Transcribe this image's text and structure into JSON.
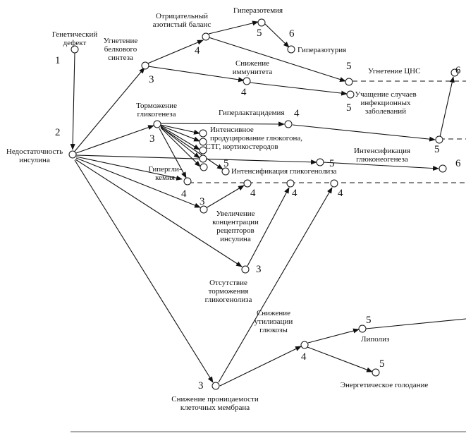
{
  "nodes": [
    {
      "id": "gen",
      "num": "1",
      "lines": [
        "Генетический",
        "дефект"
      ]
    },
    {
      "id": "insuf",
      "num": "2",
      "lines": [
        "Недостаточность",
        "инсулина"
      ]
    },
    {
      "id": "protsyn",
      "num": "3",
      "lines": [
        "Угнетение",
        "белкового",
        "синтеза"
      ]
    },
    {
      "id": "negbal",
      "num": "4",
      "lines": [
        "Отрицательный",
        "азотистый баланс"
      ]
    },
    {
      "id": "hyperaz",
      "num": "5",
      "lines": [
        "Гиперазотемия"
      ]
    },
    {
      "id": "hyperazur",
      "num": "6",
      "lines": [
        "Гиперазотурия"
      ]
    },
    {
      "id": "immun",
      "num": "4",
      "lines": [
        "Снижение",
        "иммунитета"
      ]
    },
    {
      "id": "cns",
      "num": "5",
      "lines": [
        "Угнетение ЦНС"
      ]
    },
    {
      "id": "infect",
      "num": "5",
      "lines": [
        "Учащение случаев",
        "инфекционных",
        "заболеваний"
      ]
    },
    {
      "id": "cns6",
      "num": "6",
      "lines": []
    },
    {
      "id": "glycog",
      "num": "3",
      "lines": [
        "Торможение",
        "гликогенеза"
      ]
    },
    {
      "id": "lactic",
      "num": "4",
      "lines": [
        "Гиперлактацидемия"
      ]
    },
    {
      "id": "lactic5",
      "num": "5",
      "lines": []
    },
    {
      "id": "gluc",
      "num": "",
      "lines": [
        "Интенсивное",
        "продуцирование глюкогона,",
        "СТГ, кортикостеродов"
      ]
    },
    {
      "id": "neogen5",
      "num": "5",
      "lines": []
    },
    {
      "id": "neogen6",
      "num": "6",
      "lines": [
        "Интенсификация",
        "глюконеогенеза"
      ]
    },
    {
      "id": "hypergl",
      "num": "4",
      "lines": [
        "Гипергли-",
        "кемия"
      ]
    },
    {
      "id": "glyc5",
      "num": "5",
      "lines": []
    },
    {
      "id": "glycolysis",
      "num": "4",
      "lines": [
        "Интенсификация гликогенолиза"
      ]
    },
    {
      "id": "glyc4b",
      "num": "4",
      "lines": []
    },
    {
      "id": "glyc4c",
      "num": "4",
      "lines": []
    },
    {
      "id": "recept",
      "num": "3",
      "lines": [
        "Увеличение",
        "концентрации",
        "рецепторов",
        "инсулина"
      ]
    },
    {
      "id": "notinh",
      "num": "3",
      "lines": [
        "Отсутствие",
        "торможения",
        "гликогенолиза"
      ]
    },
    {
      "id": "perm",
      "num": "3",
      "lines": [
        "Снижение проницаемости",
        "клеточных мембрана"
      ]
    },
    {
      "id": "glucutil",
      "num": "4",
      "lines": [
        "Снижение",
        "утилизации",
        "глюкозы"
      ]
    },
    {
      "id": "lipol",
      "num": "5",
      "lines": [
        "Липолиз"
      ]
    },
    {
      "id": "energy",
      "num": "5",
      "lines": [
        "Энергетическое голодание"
      ]
    }
  ]
}
